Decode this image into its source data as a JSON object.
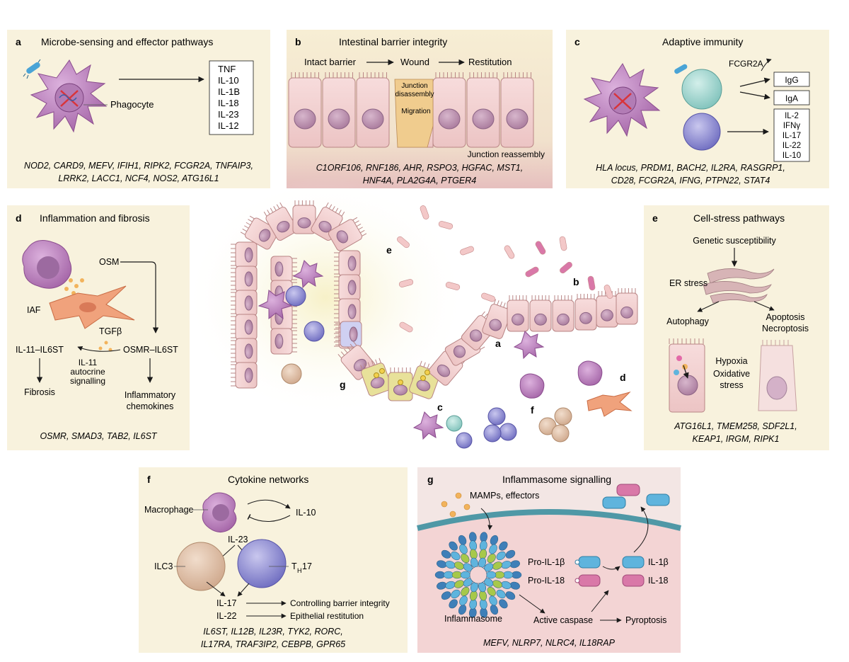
{
  "colors": {
    "panel_bg": "#f8f2dd",
    "panel_b_bg": "#f3e6cf",
    "cell_pink": "#f3d3d3",
    "cell_outline": "#b98585",
    "nucleus": "#c49ab6",
    "phagocyte": "#c98fc8",
    "tcell_teal": "#a9dcd6",
    "tcell_blue": "#9d9bd8",
    "fibroblast": "#f0a27c",
    "granule": "#f2b35c",
    "membrane": "#4f98a6",
    "il1b": "#5fb4dd",
    "il18": "#d978a8",
    "paneth_yellow": "#e8e19a",
    "mucus": "#f2e4a6"
  },
  "panels": {
    "a": {
      "letter": "a",
      "title": "Microbe-sensing and effector pathways",
      "cell_label": "Phagocyte",
      "outputs": [
        "TNF",
        "IL-10",
        "IL-1B",
        "IL-18",
        "IL-23",
        "IL-12"
      ],
      "genes": [
        "NOD2, CARD9, MEFV, IFIH1, RIPK2, FCGR2A, TNFAIP3,",
        "LRRK2, LACC1, NCF4, NOS2, ATG16L1"
      ]
    },
    "b": {
      "letter": "b",
      "title": "Intestinal barrier integrity",
      "stage1": "Intact barrier",
      "stage2": "Wound",
      "stage3": "Restitution",
      "junction1": "Junction",
      "junction2": "disassembly",
      "migration": "Migration",
      "reassembly": "Junction reassembly",
      "genes": [
        "C1ORF106, RNF186, AHR, RSPO3, HGFAC, MST1,",
        "HNF4A, PLA2G4A, PTGER4"
      ]
    },
    "c": {
      "letter": "c",
      "title": "Adaptive immunity",
      "receptor": "FCGR2A",
      "igg": "IgG",
      "iga": "IgA",
      "cytokines": [
        "IL-2",
        "IFNγ",
        "IL-17",
        "IL-22",
        "IL-10"
      ],
      "genes": [
        "HLA locus, PRDM1, BACH2, IL2RA, RASGRP1,",
        "CD28, FCGR2A, IFNG, PTPN22, STAT4"
      ]
    },
    "d": {
      "letter": "d",
      "title": "Inflammation and fibrosis",
      "osm": "OSM",
      "iaf": "IAF",
      "tgfb": "TGFβ",
      "il11_il6st": "IL-11–IL6ST",
      "osmr_il6st": "OSMR–IL6ST",
      "autocrine": [
        "IL-11",
        "autocrine",
        "signalling"
      ],
      "fibrosis": "Fibrosis",
      "chemokines": [
        "Inflammatory",
        "chemokines"
      ],
      "genes": "OSMR, SMAD3, TAB2, IL6ST"
    },
    "e": {
      "letter": "e",
      "title": "Cell-stress pathways",
      "susceptibility": "Genetic susceptibility",
      "er_stress": "ER stress",
      "autophagy": "Autophagy",
      "apoptosis": "Apoptosis",
      "necroptosis": "Necroptosis",
      "hypoxia": "Hypoxia",
      "oxidative": [
        "Oxidative",
        "stress"
      ],
      "genes": [
        "ATG16L1, TMEM258, SDF2L1,",
        "KEAP1, IRGM, RIPK1"
      ]
    },
    "f": {
      "letter": "f",
      "title": "Cytokine networks",
      "macrophage": "Macrophage",
      "il10": "IL-10",
      "il23": "IL-23",
      "ilc3": "ILC3",
      "th17_main": "T",
      "th17_sub": "H",
      "th17_suffix": "17",
      "il17": "IL-17",
      "il22": "IL-22",
      "barrier": "Controlling barrier integrity",
      "restitution": "Epithelial restitution",
      "genes": [
        "IL6ST, IL12B, IL23R, TYK2, RORC,",
        "IL17RA, TRAF3IP2, CEBPB, GPR65"
      ]
    },
    "g": {
      "letter": "g",
      "title": "Inflammasome signalling",
      "mamps": "MAMPs, effectors",
      "pro_il1b": "Pro-IL-1β",
      "pro_il18": "Pro-IL-18",
      "il1b": "IL-1β",
      "il18": "IL-18",
      "inflammasome": "Inflammasome",
      "caspase": "Active caspase",
      "pyroptosis": "Pyroptosis",
      "genes": "MEFV, NLRP7, NLRC4, IL18RAP"
    }
  },
  "center": {
    "labels": [
      "a",
      "b",
      "c",
      "d",
      "e",
      "f",
      "g"
    ]
  }
}
